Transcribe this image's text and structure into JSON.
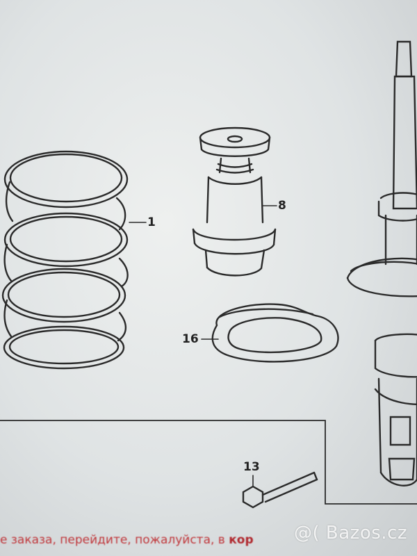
{
  "diagram": {
    "callouts": {
      "spring": "1",
      "bump_stop": "8",
      "seat_rubber": "16",
      "bolt": "13"
    }
  },
  "footer": {
    "text_main": "е заказа, перейдите, пожалуйста, в ",
    "text_tail": "кор"
  },
  "watermark": {
    "text": "@( Bazos.cz"
  }
}
